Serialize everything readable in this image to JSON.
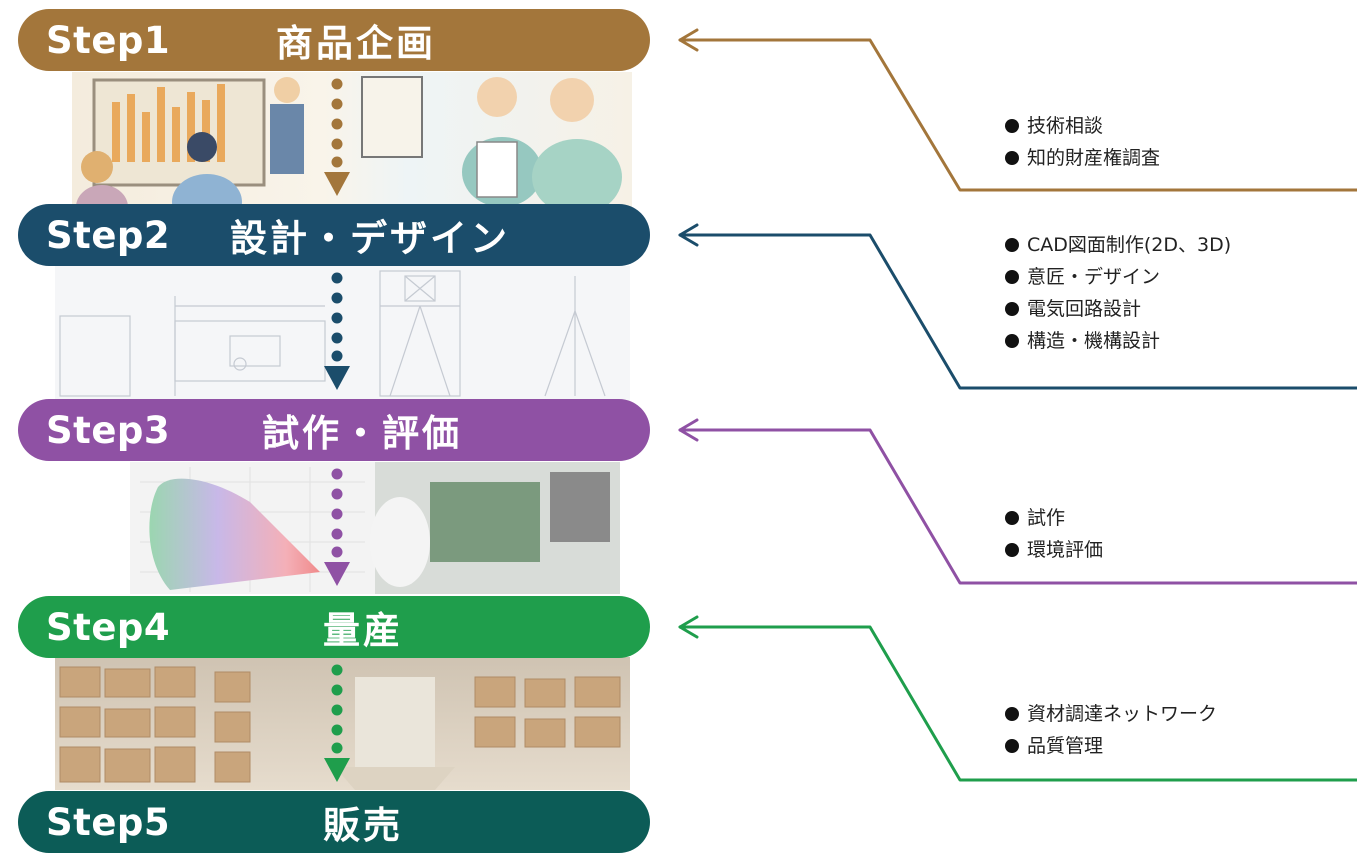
{
  "colors": {
    "step1": "#a3763b",
    "step2": "#1b4d6b",
    "step3": "#8f51a4",
    "step4": "#1f9e4c",
    "step5": "#0c5c57"
  },
  "steps": [
    {
      "label": "Step1",
      "title": "商品企画",
      "items": [
        "技術相談",
        "知的財産権調査"
      ]
    },
    {
      "label": "Step2",
      "title": "設計・デザイン",
      "items": [
        "CAD図面制作(2D、3D)",
        "意匠・デザイン",
        "電気回路設計",
        "構造・機構設計"
      ]
    },
    {
      "label": "Step3",
      "title": "試作・評価",
      "items": [
        "試作",
        "環境評価"
      ]
    },
    {
      "label": "Step4",
      "title": "量産",
      "items": [
        "資材調達ネットワーク",
        "品質管理"
      ]
    },
    {
      "label": "Step5",
      "title": "販売"
    }
  ]
}
